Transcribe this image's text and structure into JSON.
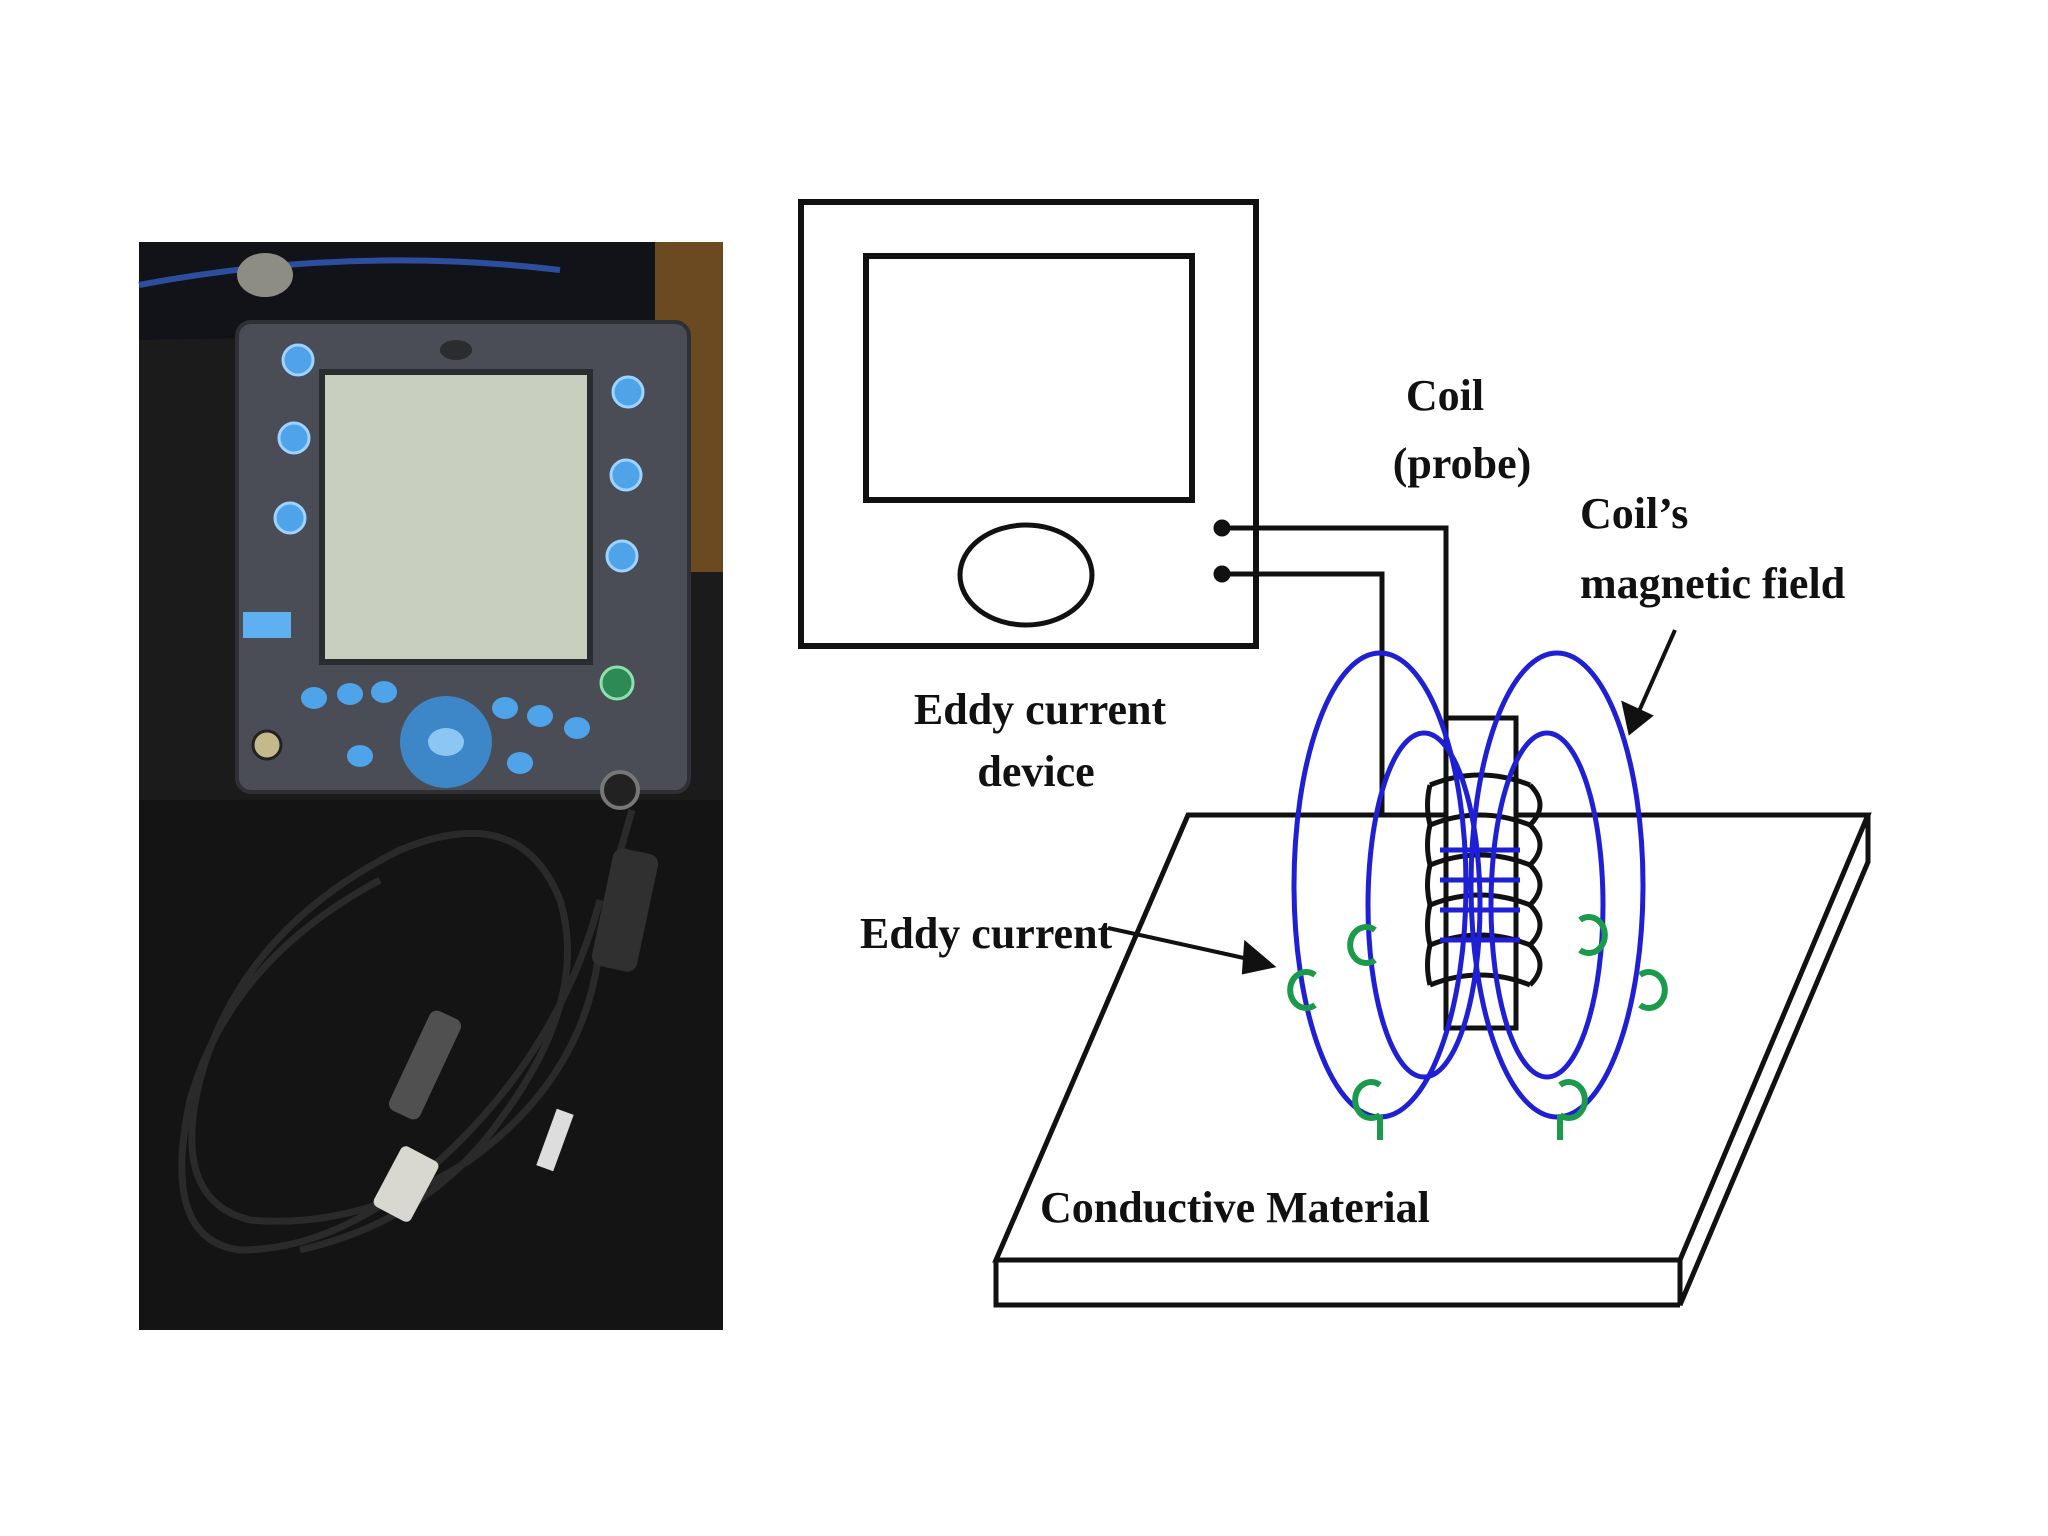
{
  "labels": {
    "coil_line1": "Coil",
    "coil_line2": "(probe)",
    "field_line1": "Coil’s",
    "field_line2": "magnetic field",
    "device_line1": "Eddy current",
    "device_line2": "device",
    "eddy_current": "Eddy current",
    "material": "Conductive Material"
  },
  "colors": {
    "field_loops": "#1f1fd6",
    "eddy_loops": "#1a9a4a",
    "outline": "#111111",
    "photo_bg": "#1c1c1c",
    "device_body": "#4a4d55",
    "device_screen": "#c9cfbf",
    "device_buttons": "#4fa3e8"
  }
}
